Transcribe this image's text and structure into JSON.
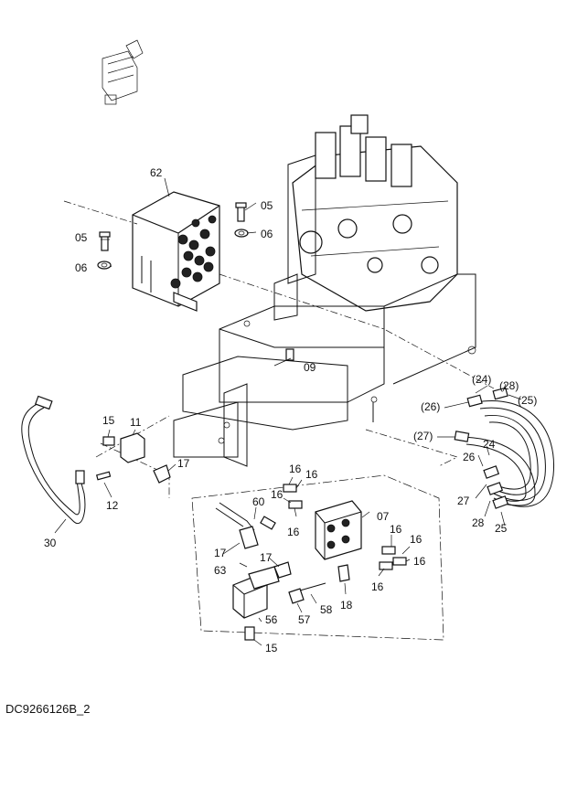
{
  "drawing_code": "DC9266126B_2",
  "labels": {
    "l62": "62",
    "l05a": "05",
    "l06a": "06",
    "l05b": "05",
    "l06b": "06",
    "l09": "09",
    "l24p": "(24)",
    "l28p": "(28)",
    "l25p": "(25)",
    "l26p": "(26)",
    "l27p": "(27)",
    "l24": "24",
    "l26": "26",
    "l27": "27",
    "l28": "28",
    "l25": "25",
    "l15a": "15",
    "l11": "11",
    "l17a": "17",
    "l12": "12",
    "l30": "30",
    "l16a": "16",
    "l16b": "16",
    "l16c": "16",
    "l16d": "16",
    "l60": "60",
    "l07": "07",
    "l16e": "16",
    "l16f": "16",
    "l16g": "16",
    "l16h": "16",
    "l17b": "17",
    "l17c": "17",
    "l63": "63",
    "l18": "18",
    "l58": "58",
    "l57": "57",
    "l56": "56",
    "l15b": "15"
  }
}
